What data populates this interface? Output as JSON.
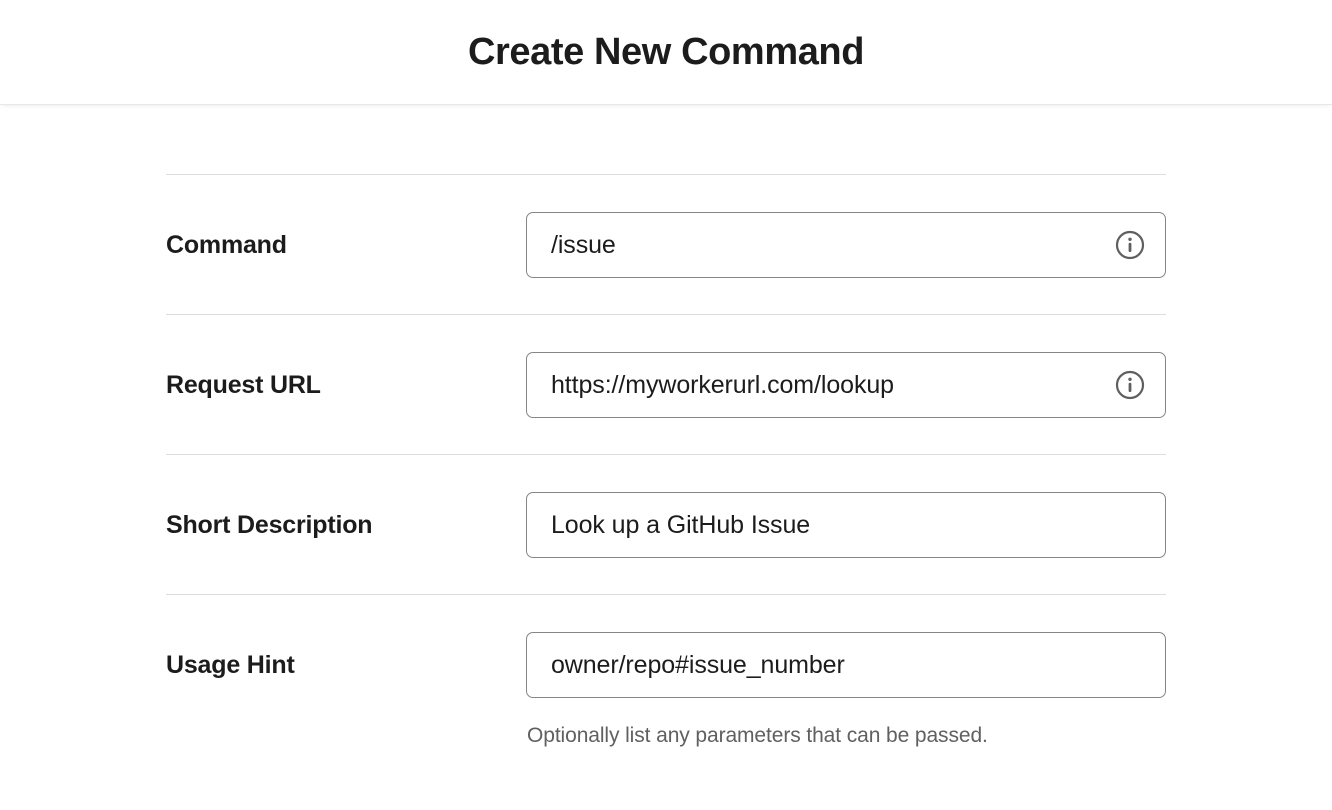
{
  "header": {
    "title": "Create New Command"
  },
  "form": {
    "fields": [
      {
        "key": "command",
        "label": "Command",
        "value": "/issue",
        "placeholder": "",
        "has_info_icon": true,
        "info_icon": "info-circle-icon",
        "helper": ""
      },
      {
        "key": "request_url",
        "label": "Request URL",
        "value": "https://myworkerurl.com/lookup",
        "placeholder": "",
        "has_info_icon": true,
        "info_icon": "info-circle-icon",
        "helper": ""
      },
      {
        "key": "short_description",
        "label": "Short Description",
        "value": "Look up a GitHub Issue",
        "placeholder": "",
        "has_info_icon": false,
        "info_icon": "",
        "helper": ""
      },
      {
        "key": "usage_hint",
        "label": "Usage Hint",
        "value": "owner/repo#issue_number",
        "placeholder": "",
        "has_info_icon": false,
        "info_icon": "",
        "helper": "Optionally list any parameters that can be passed."
      }
    ]
  },
  "colors": {
    "text_primary": "#1d1c1d",
    "text_muted": "#616061",
    "input_border": "#868686",
    "divider": "#dddddd",
    "background": "#ffffff"
  }
}
